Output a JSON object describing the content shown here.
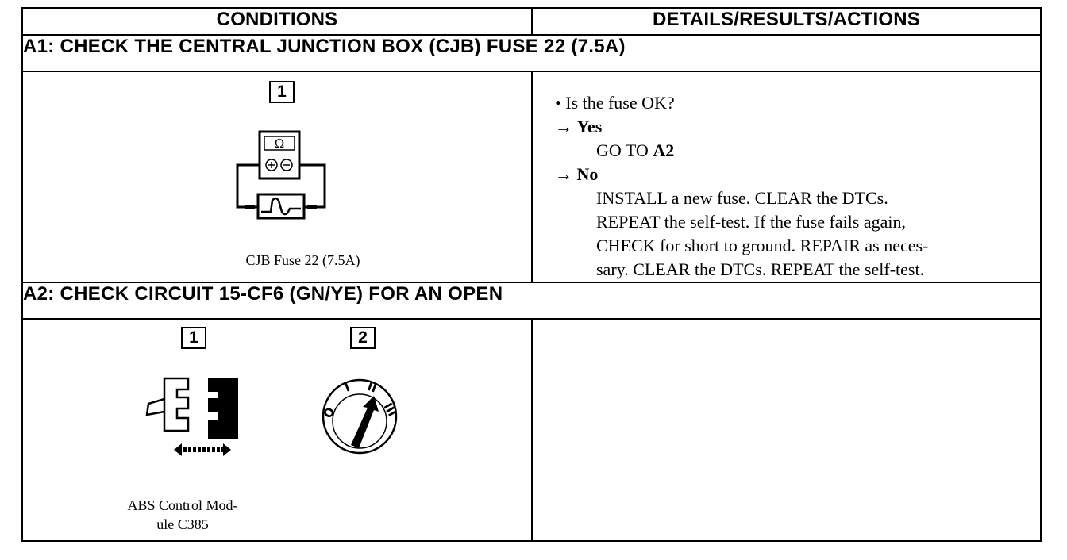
{
  "table": {
    "col_left": "CONDITIONS",
    "col_right": "DETAILS/RESULTS/ACTIONS"
  },
  "a1": {
    "heading": "A1: CHECK THE CENTRAL JUNCTION BOX (CJB) FUSE 22 (7.5A)",
    "step_number": "1",
    "meter_symbol": "Ω",
    "caption": "CJB Fuse 22 (7.5A)",
    "question": "• Is the fuse OK?",
    "arrow": "→",
    "yes_label": "Yes",
    "yes_action_prefix": "GO TO ",
    "yes_action_target": "A2",
    "no_label": "No",
    "no_action_lines": [
      "INSTALL a new fuse. CLEAR the DTCs.",
      "REPEAT the self-test. If the fuse fails again,",
      "CHECK for short to ground. REPAIR as neces-",
      "sary. CLEAR the DTCs. REPEAT the self-test."
    ]
  },
  "a2": {
    "heading": "A2: CHECK CIRCUIT 15-CF6 (GN/YE) FOR AN OPEN",
    "step1_number": "1",
    "step2_number": "2",
    "caption_line1": "ABS Control Mod-",
    "caption_line2": "ule C385",
    "ignition_positions": [
      "O",
      "I",
      "II",
      "III"
    ],
    "details": ""
  }
}
